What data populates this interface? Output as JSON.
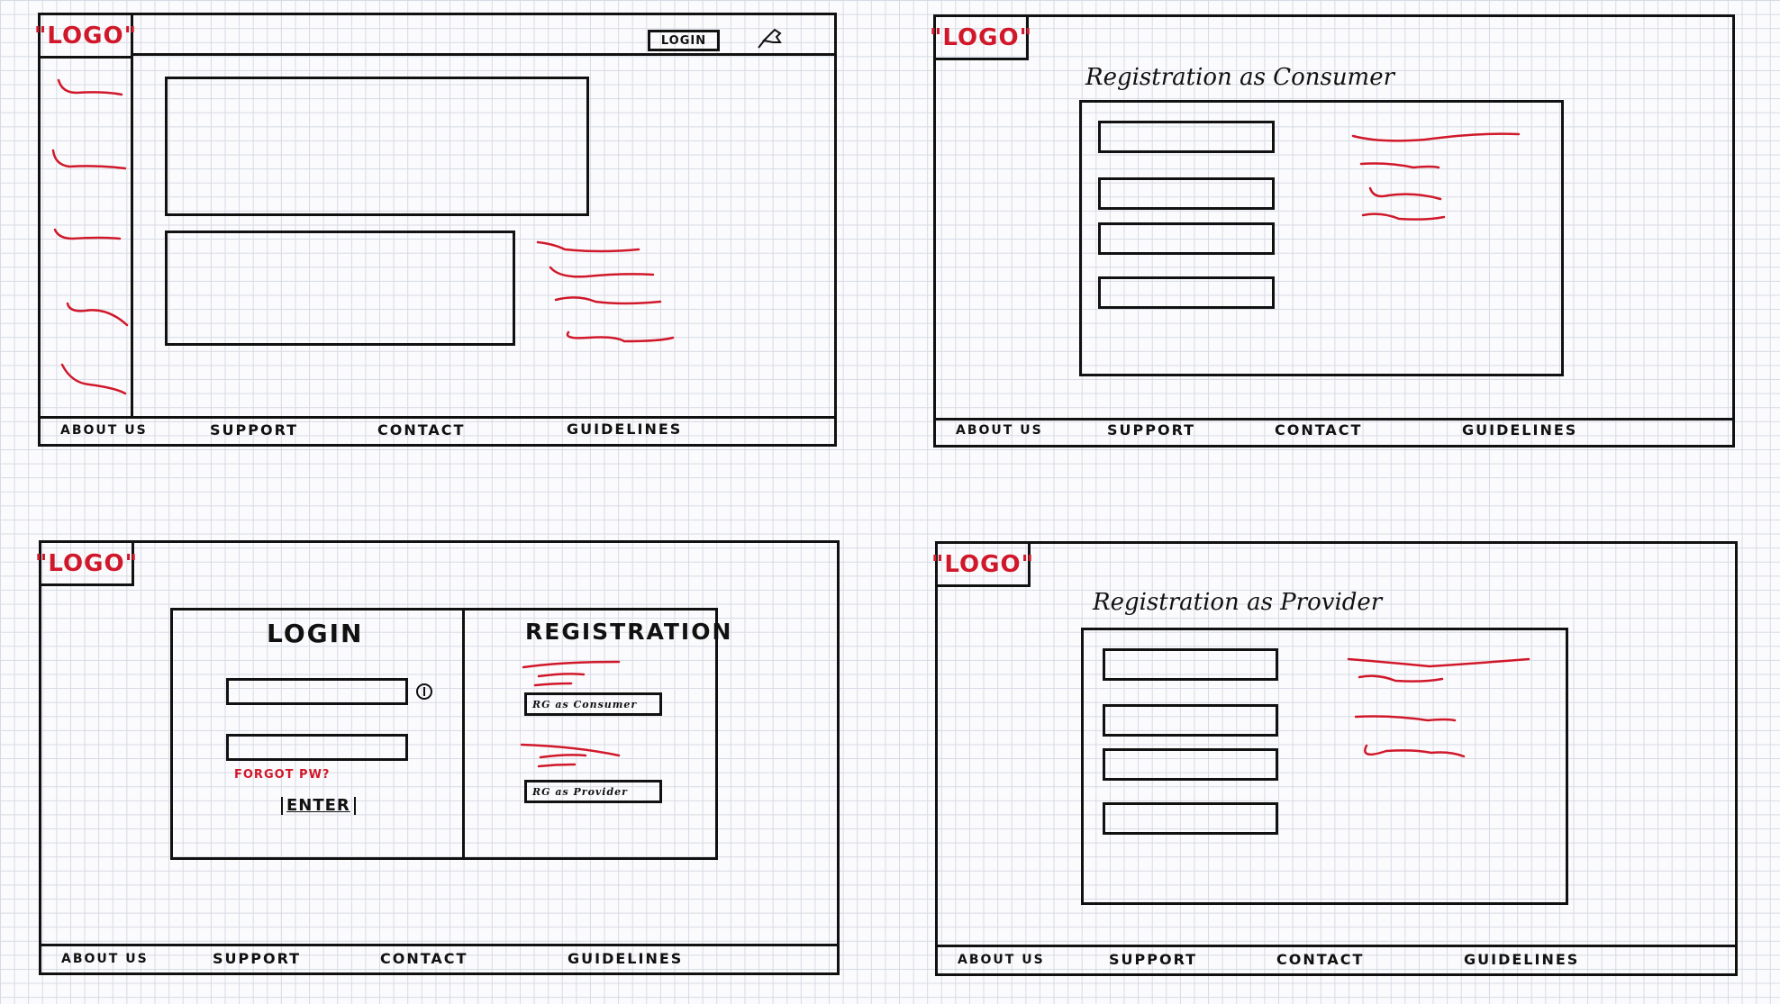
{
  "logo": "\"LOGO\"",
  "footer": [
    "ABOUT US",
    "SUPPORT",
    "CONTACT",
    "GUIDELINES"
  ],
  "home": {
    "login_button": "LOGIN",
    "pin_icon": "pushpin-icon"
  },
  "consumer": {
    "title": "Registration as Consumer"
  },
  "provider": {
    "title": "Registration as Provider"
  },
  "login_page": {
    "login_heading": "LOGIN",
    "registration_heading": "REGISTRATION",
    "forgot_pw": "FORGOT PW?",
    "enter_button": "ENTER",
    "reg_consumer_button": "RG as Consumer",
    "reg_provider_button": "RG as Provider"
  },
  "colors": {
    "ink": "#111111",
    "red": "#d0182a",
    "grid": "#d6dae3"
  }
}
